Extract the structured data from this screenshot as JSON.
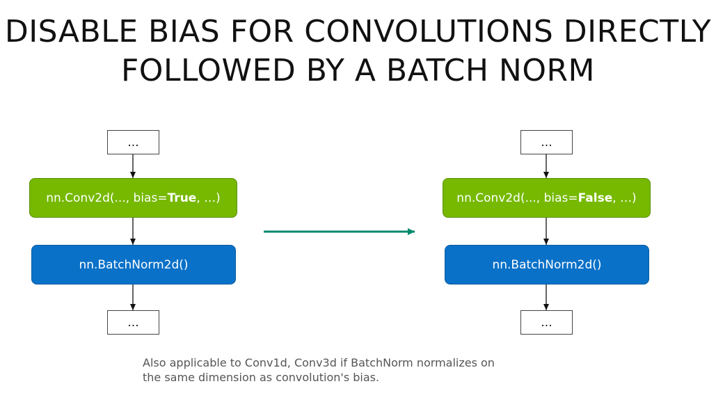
{
  "title": {
    "line1": "DISABLE BIAS FOR CONVOLUTIONS DIRECTLY",
    "line2": "FOLLOWED BY A BATCH NORM"
  },
  "left": {
    "top_ellipsis": "...",
    "conv_prefix": "nn.Conv2d(..., bias=",
    "conv_value": "True",
    "conv_suffix": ", …)",
    "batchnorm": "nn.BatchNorm2d()",
    "bottom_ellipsis": "..."
  },
  "right": {
    "top_ellipsis": "...",
    "conv_prefix": "nn.Conv2d(..., bias=",
    "conv_value": "False",
    "conv_suffix": ", …)",
    "batchnorm": "nn.BatchNorm2d()",
    "bottom_ellipsis": "..."
  },
  "note": {
    "line1": "Also applicable to Conv1d, Conv3d if BatchNorm normalizes on",
    "line2": "the same dimension as convolution's bias."
  },
  "colors": {
    "conv_box": "#76b900",
    "batchnorm_box": "#0a71c8",
    "transform_arrow": "#00896c"
  }
}
